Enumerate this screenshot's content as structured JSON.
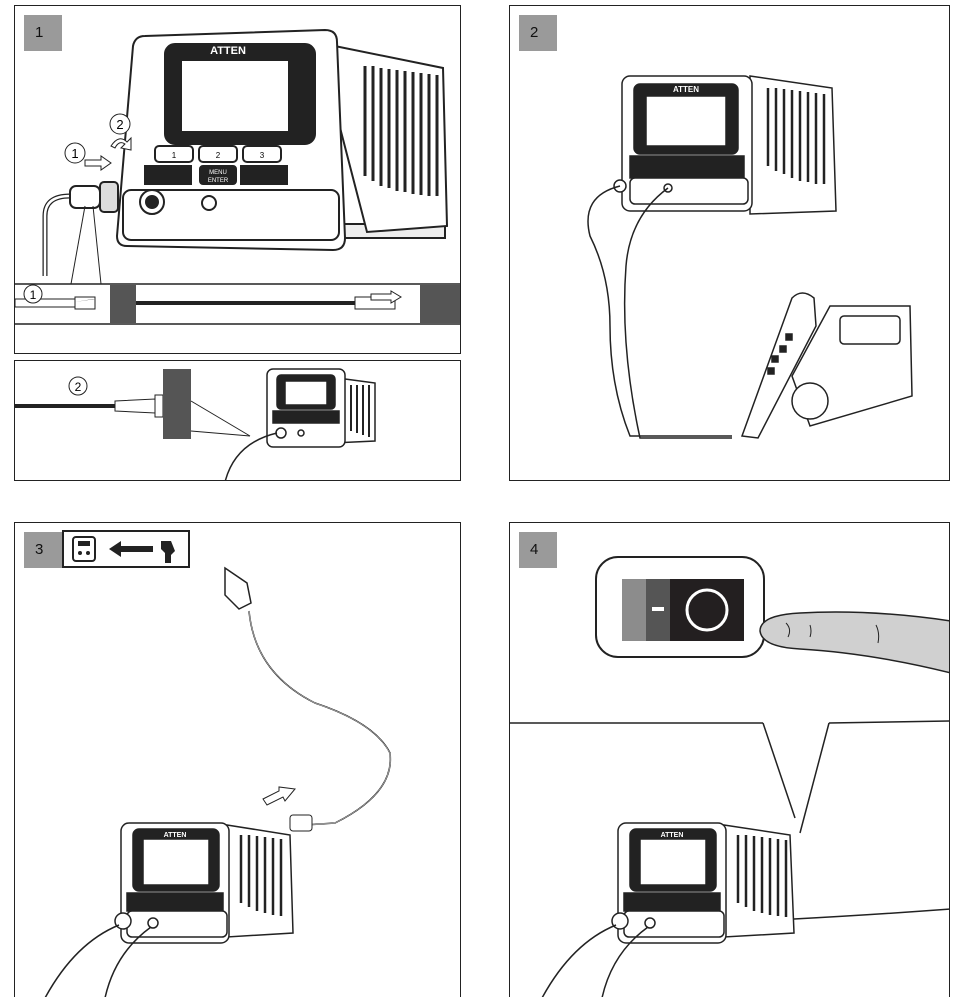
{
  "brand": "ATTEN",
  "steps": [
    {
      "number": "1"
    },
    {
      "number": "2"
    },
    {
      "number": "3"
    },
    {
      "number": "4"
    }
  ],
  "station": {
    "keys": [
      "1",
      "2",
      "3"
    ],
    "menu_label": "MENU",
    "enter_label": "ENTER"
  },
  "markers": {
    "one": "1",
    "two": "2"
  },
  "icons": [
    "power-socket-icon",
    "arrow-left-icon",
    "power-plug-icon",
    "insert-arrow-icon",
    "twist-arrow-icon",
    "finger-icon",
    "power-switch-icon"
  ],
  "colors": {
    "outline": "#222222",
    "badge": "#9a9a9a",
    "switch_dark": "#231f20",
    "switch_grey": "#8c8c8c",
    "finger": "#d0d0d0"
  }
}
